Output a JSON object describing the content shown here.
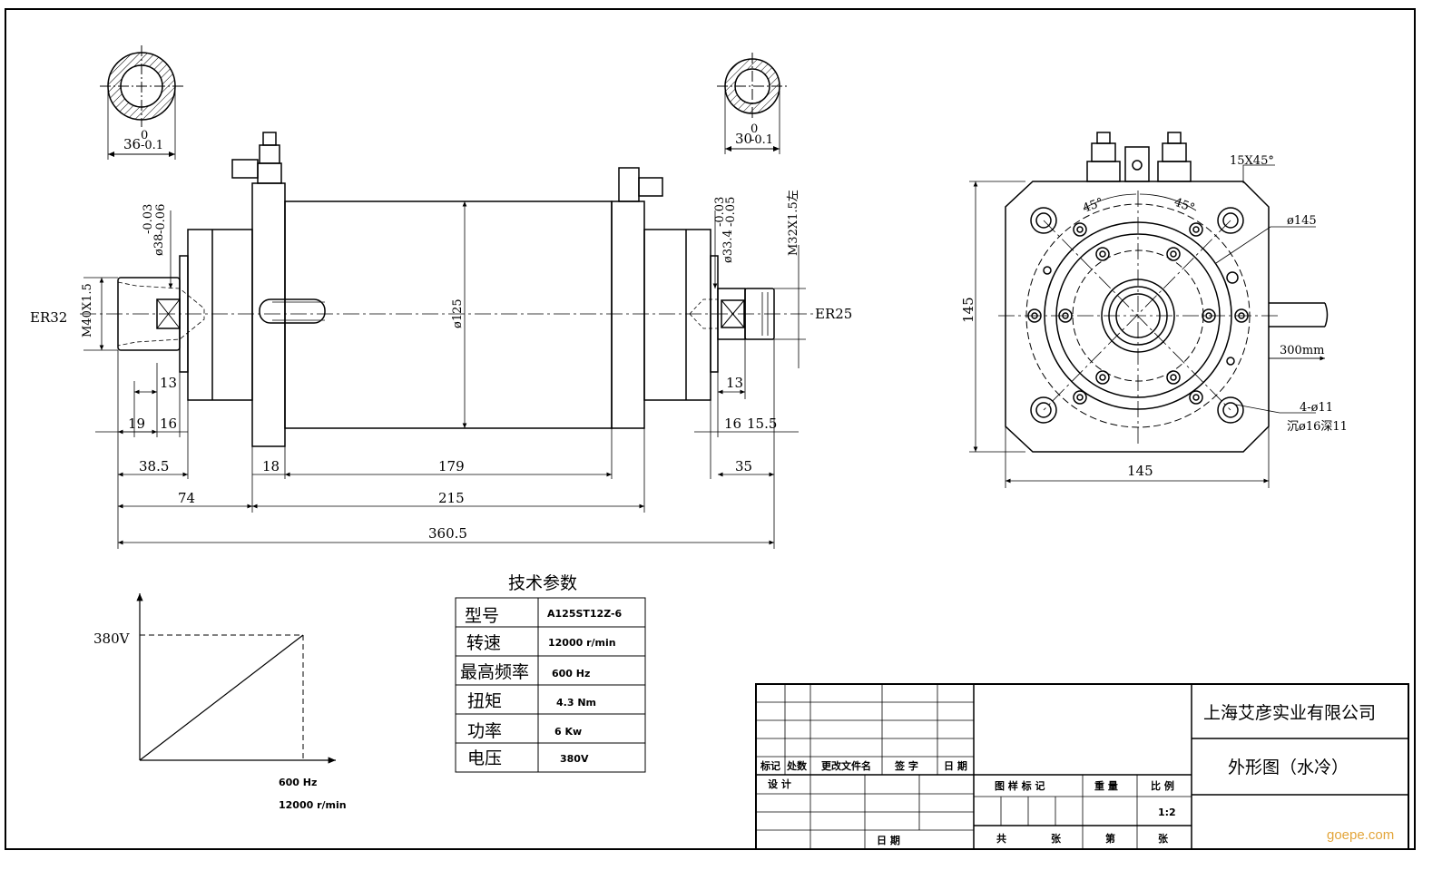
{
  "left_view": {
    "tol_top_left": "0",
    "sec_left_dim": "36",
    "sec_left_tol": "-0.1",
    "tol_top_right": "0",
    "sec_right_dim": "30",
    "sec_right_tol": "-0.1",
    "er_left": "ER32",
    "er_right": "ER25",
    "thread_left": "M40X1.5",
    "dia_38": "ø38",
    "dia_38_tol_up": "-0.03",
    "dia_38_tol_dn": "-0.06",
    "dia_33": "ø33.4",
    "dia_33_tol_up": "-0.03",
    "dia_33_tol_dn": "-0.05",
    "thread_right": "M32X1.5左",
    "dia_125": "ø125",
    "d_13_left": "13",
    "d_19": "19",
    "d_16_left": "16",
    "d_38_5": "38.5",
    "d_18": "18",
    "d_179": "179",
    "d_74": "74",
    "d_215": "215",
    "d_360_5": "360.5",
    "d_13_right": "13",
    "d_16_right": "16",
    "d_15_5": "15.5",
    "d_35": "35"
  },
  "right_view": {
    "chamfer": "15X45°",
    "angle_left": "45°",
    "angle_right": "45°",
    "dia_145": "ø145",
    "height_145": "145",
    "width_145": "145",
    "cable_len": "300mm",
    "holes": "4-ø11",
    "counterbore": "沉ø16深11"
  },
  "vf_graph": {
    "y_label": "380V",
    "x_label_1": "600 Hz",
    "x_label_2": "12000 r/min"
  },
  "spec_table": {
    "title": "技术参数",
    "rows": [
      {
        "k": "型号",
        "v": "A125ST12Z-6"
      },
      {
        "k": "转速",
        "v": "12000 r/min"
      },
      {
        "k": "最高频率",
        "v": "600 Hz"
      },
      {
        "k": "扭矩",
        "v": "4.3 Nm"
      },
      {
        "k": "功率",
        "v": "6 Kw"
      },
      {
        "k": "电压",
        "v": "380V"
      }
    ]
  },
  "title_block": {
    "company": "上海艾彦实业有限公司",
    "drawing_name": "外形图（水冷）",
    "h_mark": "标记",
    "h_count": "处数",
    "h_change": "更改文件名",
    "h_sign": "签 字",
    "h_date": "日 期",
    "design": "设 计",
    "date": "日 期",
    "pattern_mark": "图 样 标 记",
    "weight": "重 量",
    "scale_label": "比 例",
    "scale": "1:2",
    "total": "共",
    "sheets": "张",
    "no": "第",
    "sheet": "张"
  },
  "watermark": "goepe.com"
}
